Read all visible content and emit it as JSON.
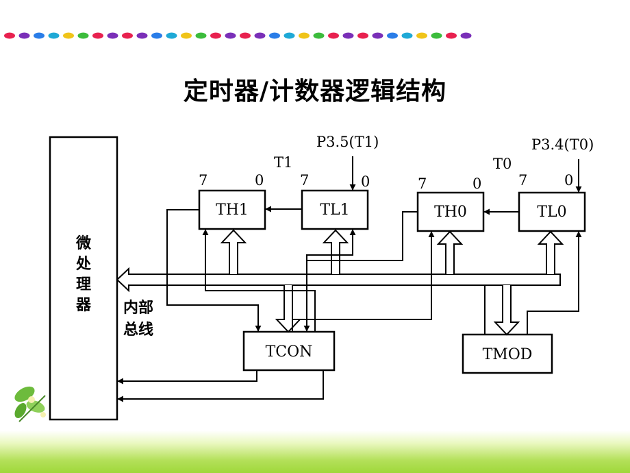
{
  "title": "定时器/计数器逻辑结构",
  "decor": {
    "dot_colors": [
      "#e8214f",
      "#7a2fb8",
      "#2a7de8",
      "#1fa9d6",
      "#f0c419",
      "#3cbc3c",
      "#e8214f",
      "#7a2fb8"
    ],
    "band_color": "#9fd83a",
    "leaf_icon": "leaf-sprig-icon"
  },
  "diagram": {
    "cpu_label": [
      "微",
      "处",
      "理",
      "器"
    ],
    "bus_label": [
      "内部",
      "总线"
    ],
    "blocks": {
      "th1": "TH1",
      "tl1": "TL1",
      "th0": "TH0",
      "tl0": "TL0",
      "tcon": "TCON",
      "tmod": "TMOD"
    },
    "groups": {
      "t1": "T1",
      "t0": "T0"
    },
    "bits": {
      "msb": "7",
      "lsb": "0"
    },
    "pins": {
      "p35": "P3.5(T1)",
      "p34": "P3.4(T0)"
    }
  }
}
